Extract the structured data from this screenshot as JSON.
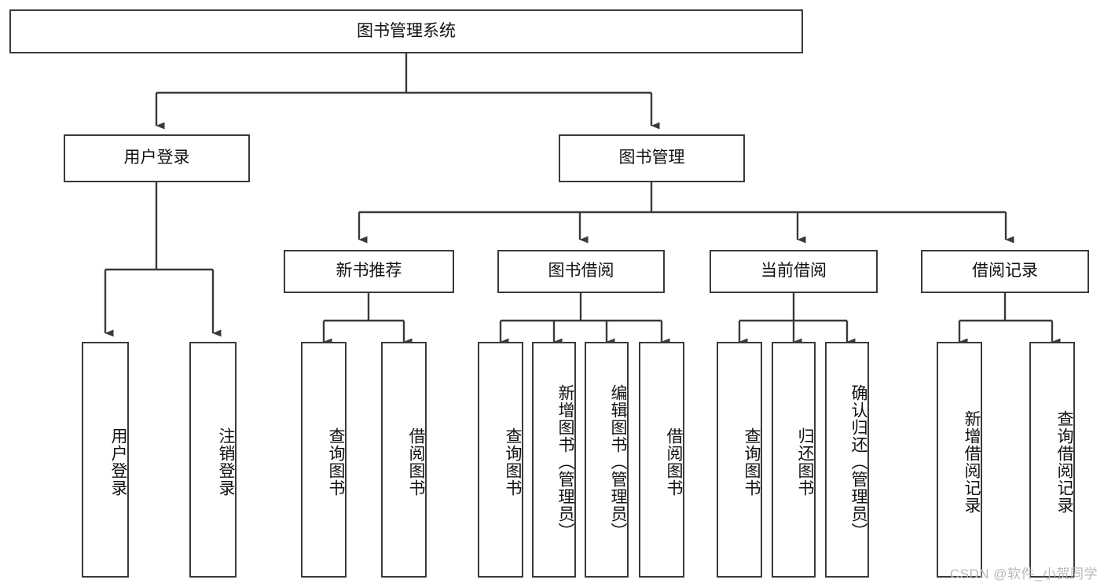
{
  "diagram": {
    "type": "tree-hierarchy",
    "title": "图书管理系统",
    "root": {
      "id": "root",
      "label": "图书管理系统"
    },
    "level2": [
      {
        "id": "user-login",
        "label": "用户登录"
      },
      {
        "id": "book-manage",
        "label": "图书管理"
      }
    ],
    "level3": [
      {
        "id": "new-book-recommend",
        "label": "新书推荐",
        "parent": "book-manage"
      },
      {
        "id": "book-borrow",
        "label": "图书借阅",
        "parent": "book-manage"
      },
      {
        "id": "current-borrow",
        "label": "当前借阅",
        "parent": "book-manage"
      },
      {
        "id": "borrow-record",
        "label": "借阅记录",
        "parent": "book-manage"
      }
    ],
    "leaves": {
      "user_login": [
        {
          "id": "leaf-user-login",
          "label": "用户登录"
        },
        {
          "id": "leaf-logout-login",
          "label": "注销登录"
        }
      ],
      "new_book_recommend": [
        {
          "id": "leaf-query-book-1",
          "label": "查询图书"
        },
        {
          "id": "leaf-borrow-book-1",
          "label": "借阅图书"
        }
      ],
      "book_borrow": [
        {
          "id": "leaf-query-book-2",
          "label": "查询图书"
        },
        {
          "id": "leaf-add-book",
          "label": "新增图书（管理员）"
        },
        {
          "id": "leaf-edit-book",
          "label": "编辑图书（管理员）"
        },
        {
          "id": "leaf-borrow-book-2",
          "label": "借阅图书"
        }
      ],
      "current_borrow": [
        {
          "id": "leaf-query-book-3",
          "label": "查询图书"
        },
        {
          "id": "leaf-return-book",
          "label": "归还图书"
        },
        {
          "id": "leaf-confirm-return",
          "label": "确认归还（管理员）"
        }
      ],
      "borrow_record": [
        {
          "id": "leaf-add-record",
          "label": "新增借阅记录"
        },
        {
          "id": "leaf-query-record",
          "label": "查询借阅记录"
        }
      ]
    }
  },
  "watermark": {
    "text": "CSDN @软件_小贺同学"
  },
  "colors": {
    "stroke": "#3a3a3a",
    "background": "#ffffff",
    "text": "#111111",
    "watermark": "#b9b9b9"
  }
}
